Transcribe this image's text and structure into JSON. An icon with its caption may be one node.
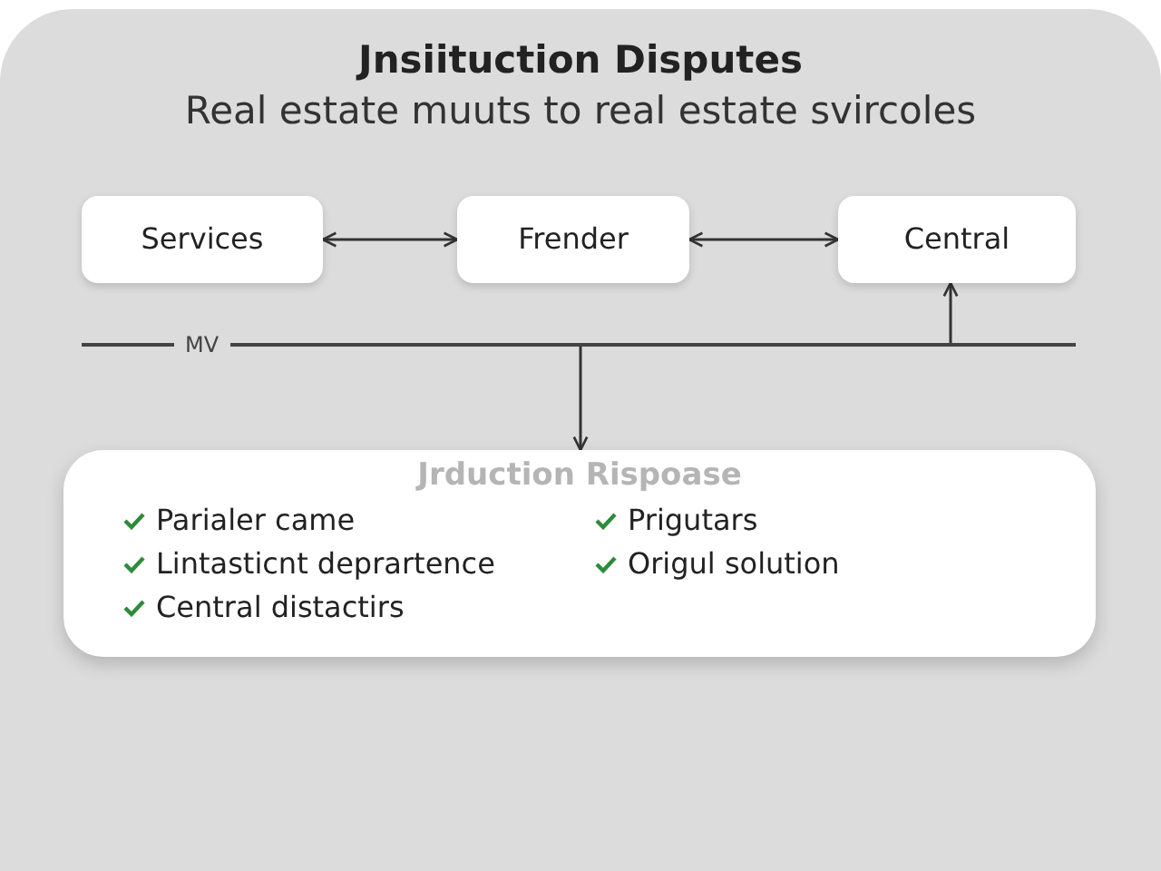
{
  "diagram": {
    "title": "Jnsiituction Disputes",
    "nodes": [
      {
        "text": [
          "Real estate muuts to real estate svircoles"
        ]
      },
      {
        "text": [
          "Services"
        ],
        "in": 0
      },
      {
        "text": [
          "Frender"
        ],
        "in": 0
      },
      {
        "text": [
          "Central"
        ],
        "in": 0
      },
      {
        "text": [],
        "shape": "bar",
        "in": 0
      },
      {
        "text": [
          "Jrduction Rispoase",
          "Parialer came",
          "Prigutars",
          "Lintasticnt deprartence",
          "Origul solution",
          "Central distactirs"
        ],
        "in": 0
      }
    ],
    "edges": [
      {
        "from": 1,
        "to": 2,
        "arrow": "both"
      },
      {
        "from": 2,
        "to": 3,
        "arrow": "both"
      },
      {
        "from": 4,
        "to": 3,
        "arrow": "to"
      },
      {
        "from": 4,
        "to": 5,
        "arrow": "to"
      }
    ],
    "labels": [
      "MV"
    ]
  }
}
